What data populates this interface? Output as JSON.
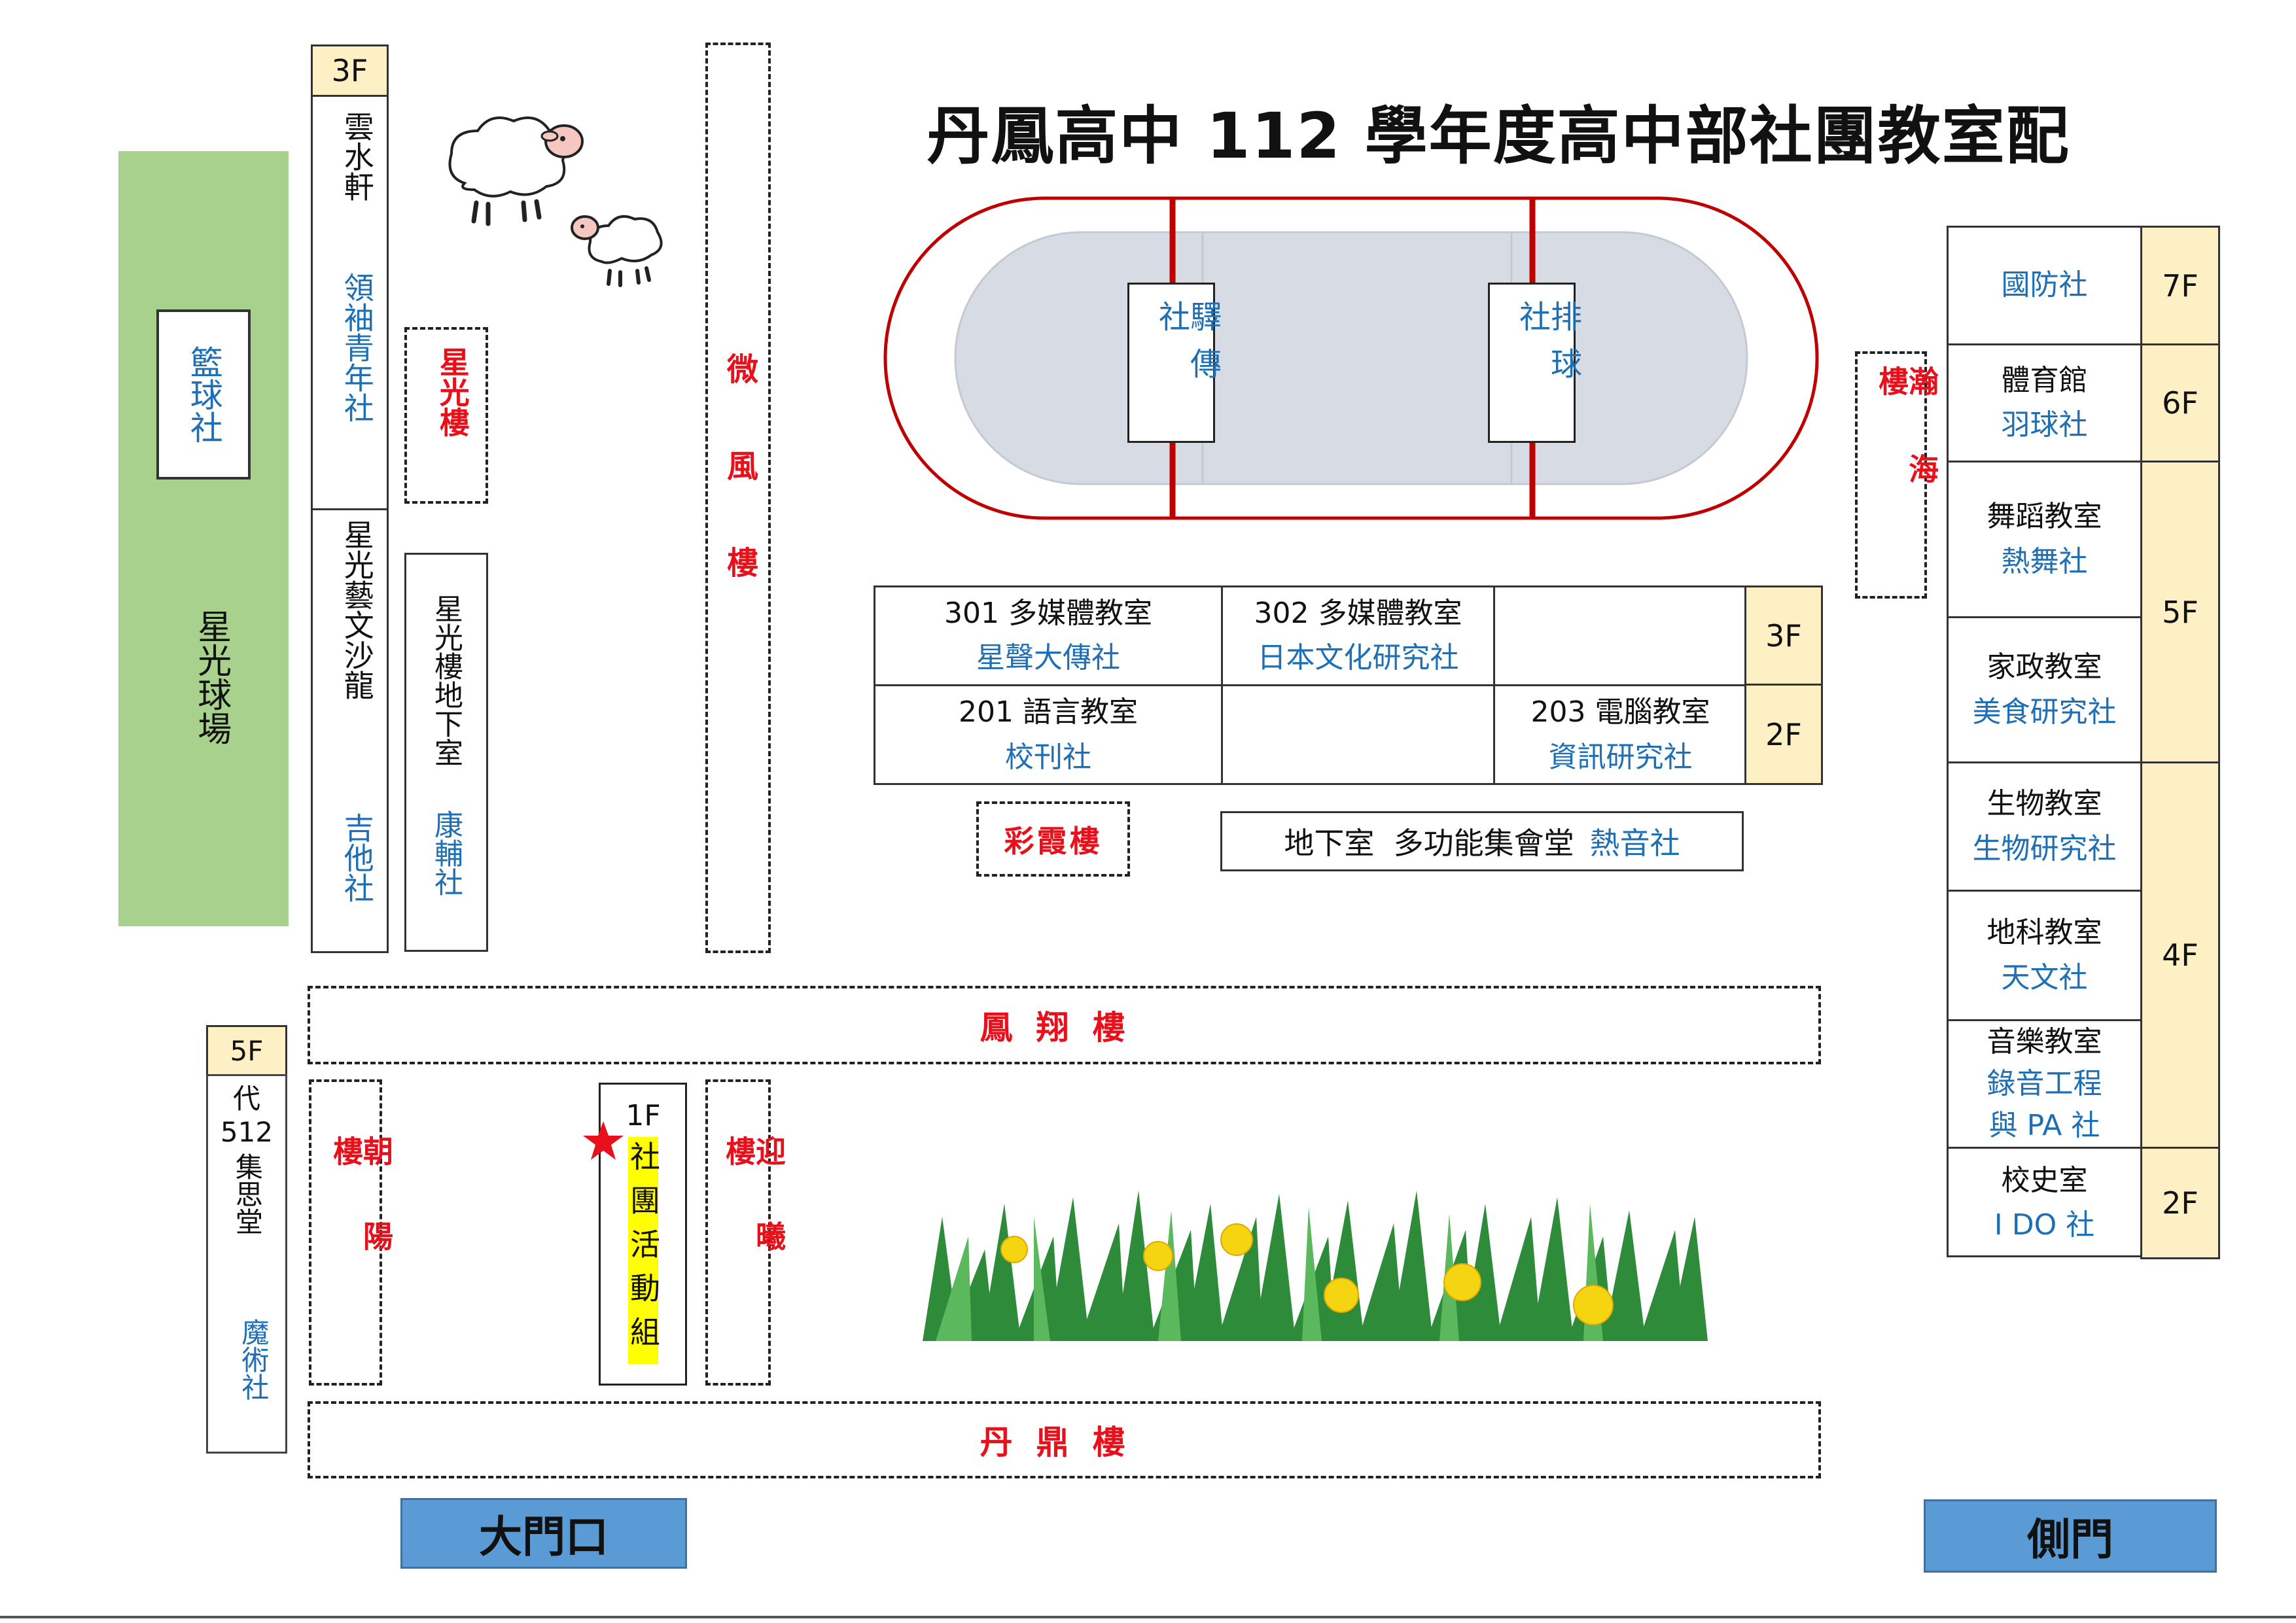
{
  "title": "丹鳳高中 112 學年度高中部社團教室配置圖",
  "colors": {
    "field": "#a9d18e",
    "floor_tag": "#fef0c5",
    "club": "#1f6fb5",
    "building": "#e8101a",
    "gate": "#5b9bd5",
    "track": "#c00000",
    "star": "#e8101a",
    "highlight": "#ffff00"
  },
  "icons": {
    "sheep_large": "sheep-icon",
    "sheep_small": "sheep-icon",
    "star": "star-icon",
    "grass": "grass-flowers-illustration"
  },
  "gates": {
    "main": "大門口",
    "side": "側門"
  },
  "field": {
    "name": "星光球場",
    "club": "籃球社"
  },
  "track": {
    "club_left": "驛傳社",
    "club_right": "排球社"
  },
  "buildings": {
    "xingguang": "星光樓",
    "weifeng": "微風樓",
    "hanhai": "瀚海樓",
    "caixia": "彩霞樓",
    "fengxiang": "鳳翔樓",
    "chaoyang": "朝陽樓",
    "yingxi": "迎曦樓",
    "danding": "丹鼎樓"
  },
  "left_column": {
    "floor": "3F",
    "yunshui": {
      "room": "雲水軒",
      "club": "領袖青年社"
    },
    "salon": {
      "room": "星光藝文沙龍",
      "club": "吉他社"
    }
  },
  "basement": {
    "room": "星光樓地下室",
    "club": "康輔社"
  },
  "left_bottom": {
    "floor": "5F",
    "room_prefix": "代",
    "room_number": "512",
    "room": "集思堂",
    "club": "魔術社"
  },
  "office": {
    "floor": "1F",
    "name": "社團活動組"
  },
  "center_grid": {
    "floor_3": "3F",
    "floor_2": "2F",
    "r301": {
      "room": "301 多媒體教室",
      "club": "星聲大傳社"
    },
    "r302": {
      "room": "302 多媒體教室",
      "club": "日本文化研究社"
    },
    "r201": {
      "room": "201 語言教室",
      "club": "校刊社"
    },
    "r203": {
      "room": "203 電腦教室",
      "club": "資訊研究社"
    }
  },
  "auditorium": {
    "room": "地下室  多功能集會堂",
    "club": "熱音社"
  },
  "right_column": {
    "floors": {
      "f7": "7F",
      "f6": "6F",
      "f5": "5F",
      "f4": "4F",
      "f2": "2F"
    },
    "defense": {
      "club": "國防社"
    },
    "gym": {
      "room": "體育館",
      "club": "羽球社"
    },
    "dance": {
      "room": "舞蹈教室",
      "club": "熱舞社"
    },
    "home": {
      "room": "家政教室",
      "club": "美食研究社"
    },
    "bio": {
      "room": "生物教室",
      "club": "生物研究社"
    },
    "earth": {
      "room": "地科教室",
      "club": "天文社"
    },
    "music": {
      "room": "音樂教室",
      "club_line1": "錄音工程",
      "club_line2": "與 PA 社"
    },
    "history": {
      "room": "校史室",
      "club": "I DO 社"
    }
  }
}
